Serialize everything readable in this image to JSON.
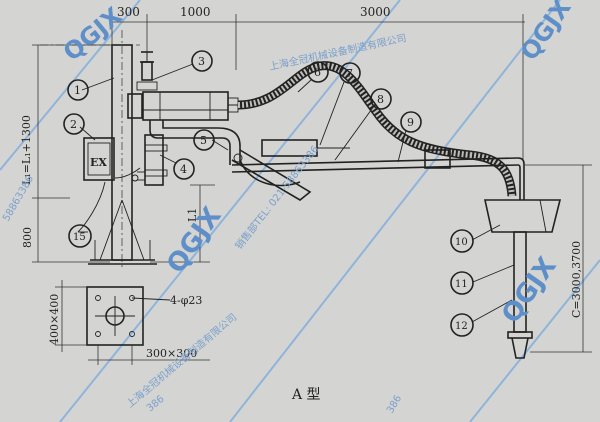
{
  "dimensions": {
    "top_left": "300",
    "top_mid": "1000",
    "top_right": "3000",
    "vertical_left": "L₁=L₁+1300",
    "vertical_800": "800",
    "l1": "L1",
    "holes": "4-φ23",
    "base_vertical": "400×400",
    "base_horizontal": "300×300",
    "right_vertical": "C=3000,3700"
  },
  "callouts": [
    "1",
    "2",
    "3",
    "4",
    "5",
    "6",
    "7",
    "8",
    "9",
    "10",
    "11",
    "12",
    "15"
  ],
  "labels": {
    "ex_box": "EX"
  },
  "caption": "A 型",
  "watermark": {
    "brand": "QGJX",
    "company": "上海全冠机械设备制造有限公司",
    "sales": "销售部TEL: 021-58863386",
    "phone_part": "58863386",
    "tail": "386"
  },
  "colors": {
    "background": "#d4d4d2",
    "ink": "#222222",
    "watermark": "#5f8fc8"
  }
}
